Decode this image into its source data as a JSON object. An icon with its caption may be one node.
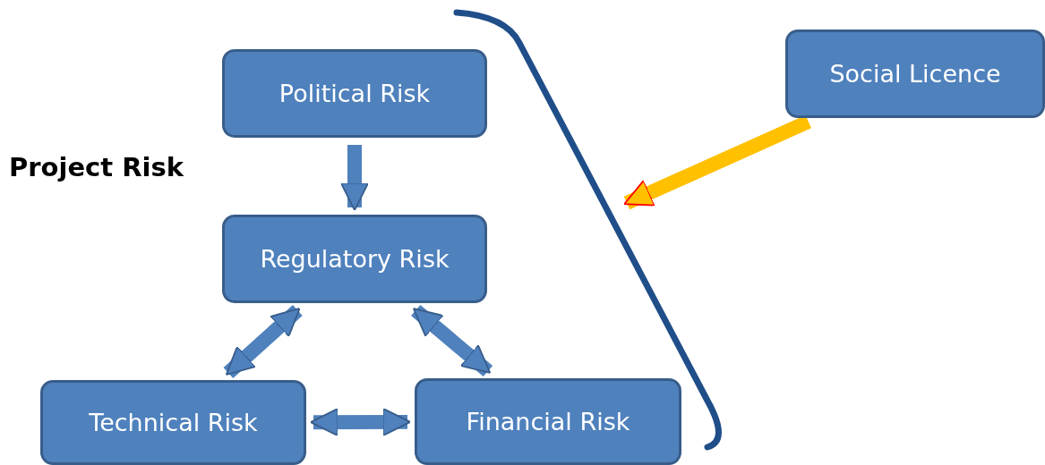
{
  "diagram": {
    "nodes": [
      {
        "text": [
          "Political Risk"
        ]
      },
      {
        "text": [
          "Regulatory Risk"
        ]
      },
      {
        "text": [
          "Technical Risk"
        ]
      },
      {
        "text": [
          "Financial Risk"
        ]
      },
      {
        "text": [
          "Social Licence"
        ]
      }
    ],
    "edges": [
      {
        "from": 0,
        "to": 1,
        "arrow": "to"
      },
      {
        "from": 1,
        "to": 2,
        "arrow": "both"
      },
      {
        "from": 1,
        "to": 3,
        "arrow": "both"
      },
      {
        "from": 2,
        "to": 3,
        "arrow": "both"
      },
      {
        "from": 4,
        "to": null,
        "arrow": "to",
        "color": "#ffc000"
      }
    ],
    "labels": [
      "Project Risk"
    ]
  }
}
